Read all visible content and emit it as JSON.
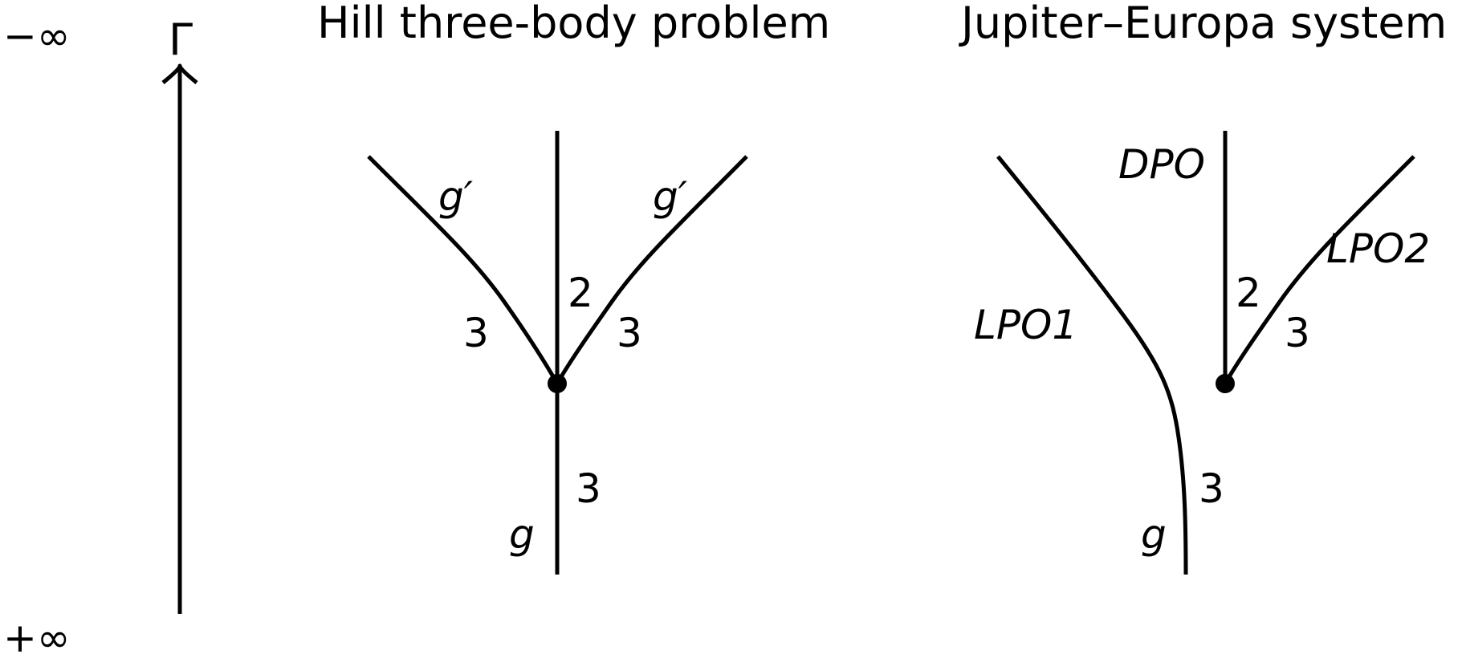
{
  "axis": {
    "top_label": "−∞",
    "bottom_label": "+∞",
    "symbol": "Γ"
  },
  "left_panel": {
    "title": "Hill three-body problem",
    "labels": {
      "upper_left_branch": "g′",
      "upper_right_branch": "g′",
      "lower_branch": "g",
      "num_left": "3",
      "num_center": "2",
      "num_right": "3",
      "num_lower": "3"
    }
  },
  "right_panel": {
    "title": "Jupiter–Europa system",
    "labels": {
      "vertical_branch": "DPO",
      "left_branch": "LPO1",
      "right_branch": "LPO2",
      "lower_branch": "g",
      "num_center": "2",
      "num_right": "3",
      "num_lower": "3"
    }
  },
  "colors": {
    "ink": "#000000",
    "background": "#ffffff"
  }
}
